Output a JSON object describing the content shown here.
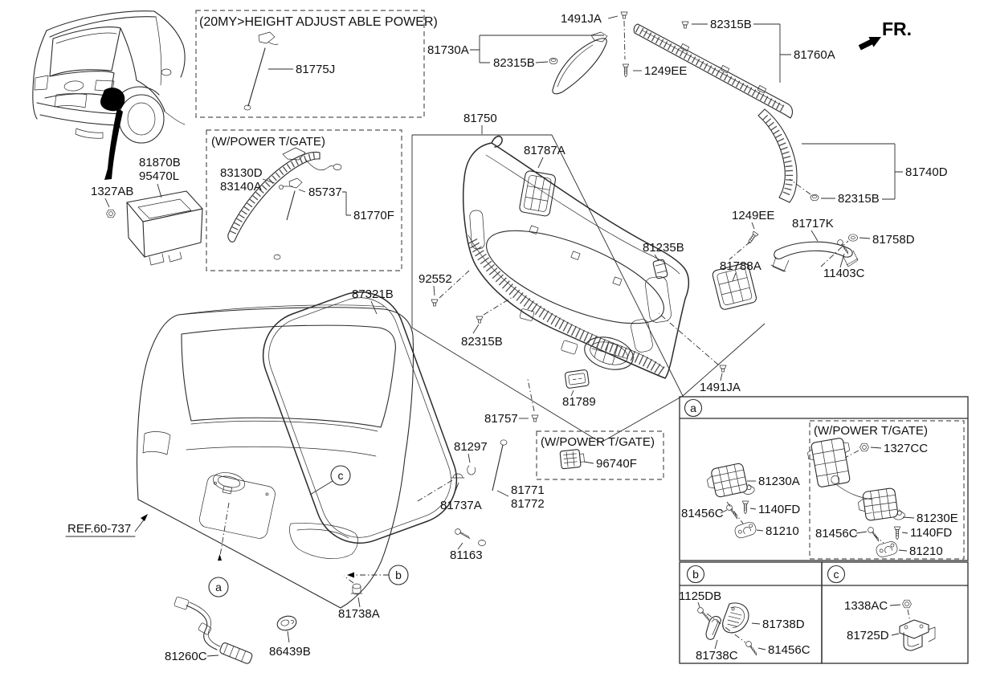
{
  "direction": {
    "fr": "FR."
  },
  "reference": {
    "ref_60_737": "REF.60-737"
  },
  "section_titles": {
    "height_adjust": "(20MY>HEIGHT ADJUST ABLE POWER)",
    "power_tgate_left": "(W/POWER T/GATE)",
    "power_tgate_small": "(W/POWER T/GATE)",
    "power_tgate_inset_a": "(W/POWER T/GATE)"
  },
  "callouts": {
    "a": "a",
    "b": "b",
    "c": "c"
  },
  "parts": {
    "p81775J": "81775J",
    "p1491JA_1": "1491JA",
    "p81730A": "81730A",
    "p82315B_1": "82315B",
    "p82315B_2": "82315B",
    "p1249EE_1": "1249EE",
    "p81760A": "81760A",
    "p82315B_3": "82315B",
    "p81740D": "81740D",
    "p81750": "81750",
    "p81787A": "81787A",
    "p83130D": "83130D",
    "p83140A": "83140A",
    "p85737": "85737",
    "p81770F": "81770F",
    "p81870B": "81870B",
    "p95470L": "95470L",
    "p1327AB": "1327AB",
    "p1249EE_2": "1249EE",
    "p81717K": "81717K",
    "p81758D": "81758D",
    "p11403C": "11403C",
    "p81235B": "81235B",
    "p81788A": "81788A",
    "p92552": "92552",
    "p82315B_4": "82315B",
    "p87321B": "87321B",
    "p81789": "81789",
    "p1491JA_2": "1491JA",
    "p81757": "81757",
    "p81297": "81297",
    "p81737A": "81737A",
    "p81771": "81771",
    "p81772": "81772",
    "p81163": "81163",
    "p96740F": "96740F",
    "p81738A": "81738A",
    "p86439B": "86439B",
    "p81260C": "81260C",
    "p81230A": "81230A",
    "p81456C_1": "81456C",
    "p1140FD_1": "1140FD",
    "p81210_1": "81210",
    "p1327CC": "1327CC",
    "p81230E": "81230E",
    "p1140FD_2": "1140FD",
    "p81456C_2": "81456C",
    "p81210_2": "81210",
    "p1125DB": "1125DB",
    "p81738D": "81738D",
    "p81738C": "81738C",
    "p81456C_3": "81456C",
    "p1338AC": "1338AC",
    "p81725D": "81725D"
  }
}
